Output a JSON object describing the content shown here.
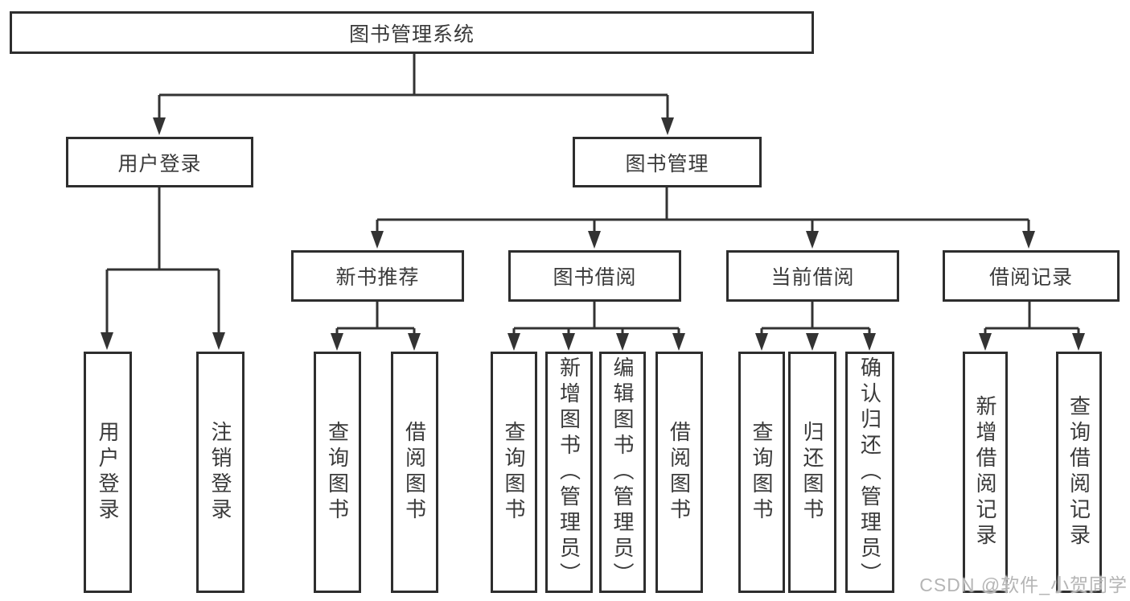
{
  "title": "图书管理系统",
  "watermark": "CSDN @软件_小贺同学",
  "colors": {
    "line": "#333333",
    "border": "#2e2e2e",
    "text": "#3a3a3a",
    "background": "#ffffff",
    "watermark": "#b5b5b5"
  },
  "nodes": {
    "root": {
      "label": "图书管理系统"
    },
    "user_login": {
      "label": "用户登录"
    },
    "book_management": {
      "label": "图书管理"
    },
    "new_book_recommend": {
      "label": "新书推荐"
    },
    "book_borrowing": {
      "label": "图书借阅"
    },
    "current_borrowing": {
      "label": "当前借阅"
    },
    "borrowing_records": {
      "label": "借阅记录"
    },
    "leaf_user_login": {
      "label": "用户登录"
    },
    "leaf_logout_login": {
      "label": "注销登录"
    },
    "leaf_recommend_query_books": {
      "label": "查询图书"
    },
    "leaf_recommend_borrow_books": {
      "label": "借阅图书"
    },
    "leaf_borrowing_query_books": {
      "label": "查询图书"
    },
    "leaf_borrowing_add_books": {
      "label": "新增图书（管理员）"
    },
    "leaf_borrowing_edit_books": {
      "label": "编辑图书（管理员）"
    },
    "leaf_borrowing_borrow_books": {
      "label": "借阅图书"
    },
    "leaf_current_query_books": {
      "label": "查询图书"
    },
    "leaf_current_return_books": {
      "label": "归还图书"
    },
    "leaf_current_confirm_return": {
      "label": "确认归还（管理员）"
    },
    "leaf_records_add_record": {
      "label": "新增借阅记录"
    },
    "leaf_records_query_record": {
      "label": "查询借阅记录"
    }
  }
}
